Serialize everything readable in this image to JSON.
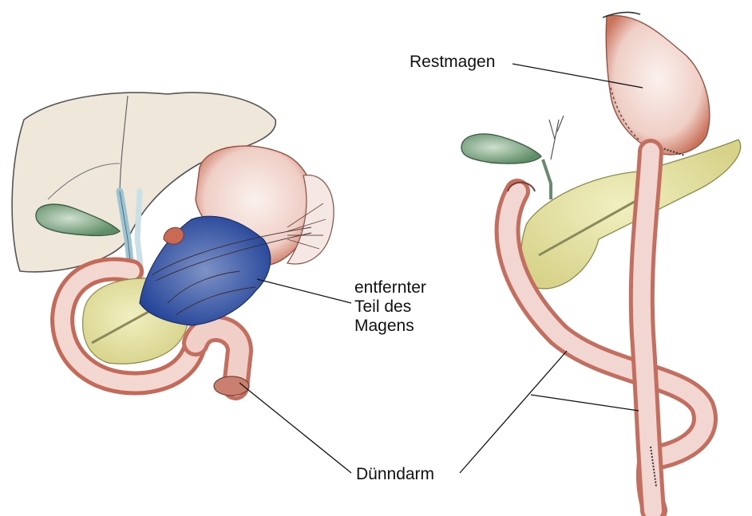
{
  "labels": {
    "restmagen": "Restmagen",
    "entfernter_line1": "entfernter",
    "entfernter_line2": "Teil des",
    "entfernter_line3": "Magens",
    "duenndarm": "Dünndarm"
  },
  "colors": {
    "liver": "#efe8dc",
    "stomach": "#f6e4e2",
    "stomach_edge": "#c9745d",
    "removed_part": "#2f4f9e",
    "pancreas": "#e6e3a2",
    "gallbladder": "#6f9a74",
    "intestine": "#f1cfcb",
    "intestine_edge": "#b8675a",
    "vessel": "#c1dce6"
  }
}
